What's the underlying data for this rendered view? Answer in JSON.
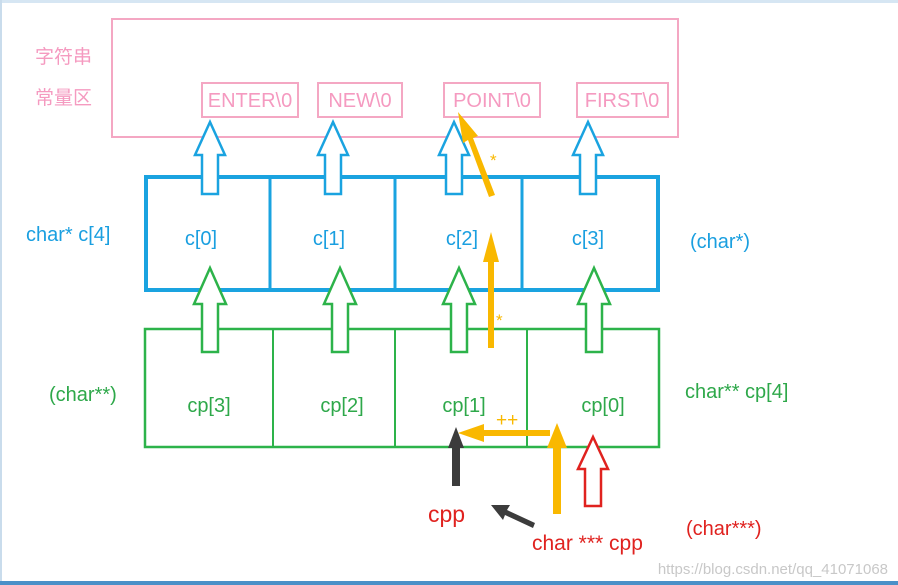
{
  "colors": {
    "pink": "#f4a7c3",
    "pink_text": "#f59ac0",
    "blue": "#1aa3e0",
    "blue_text": "#1a9fe0",
    "green": "#2db34a",
    "green_text": "#2ea84a",
    "orange": "#f9b800",
    "red": "#e0221f",
    "dark": "#3c3c3c",
    "watermark": "#c8c8c8"
  },
  "const_area": {
    "label_line1": "字符串",
    "label_line2": "常量区",
    "strings": [
      "ENTER\\0",
      "NEW\\0",
      "POINT\\0",
      "FIRST\\0"
    ]
  },
  "c_array": {
    "label": "char* c[4]",
    "type_label": "(char*)",
    "cells": [
      "c[0]",
      "c[1]",
      "c[2]",
      "c[3]"
    ]
  },
  "cp_array": {
    "label": "char** cp[4]",
    "type_label": "(char**)",
    "cells": [
      "cp[3]",
      "cp[2]",
      "cp[1]",
      "cp[0]"
    ]
  },
  "cpp": {
    "name": "cpp",
    "decl": "char *** cpp",
    "type_label": "(char***)"
  },
  "operators": {
    "deref_top": "*",
    "deref_mid": "*",
    "increment": "++"
  },
  "watermark": "https://blog.csdn.net/qq_41071068"
}
